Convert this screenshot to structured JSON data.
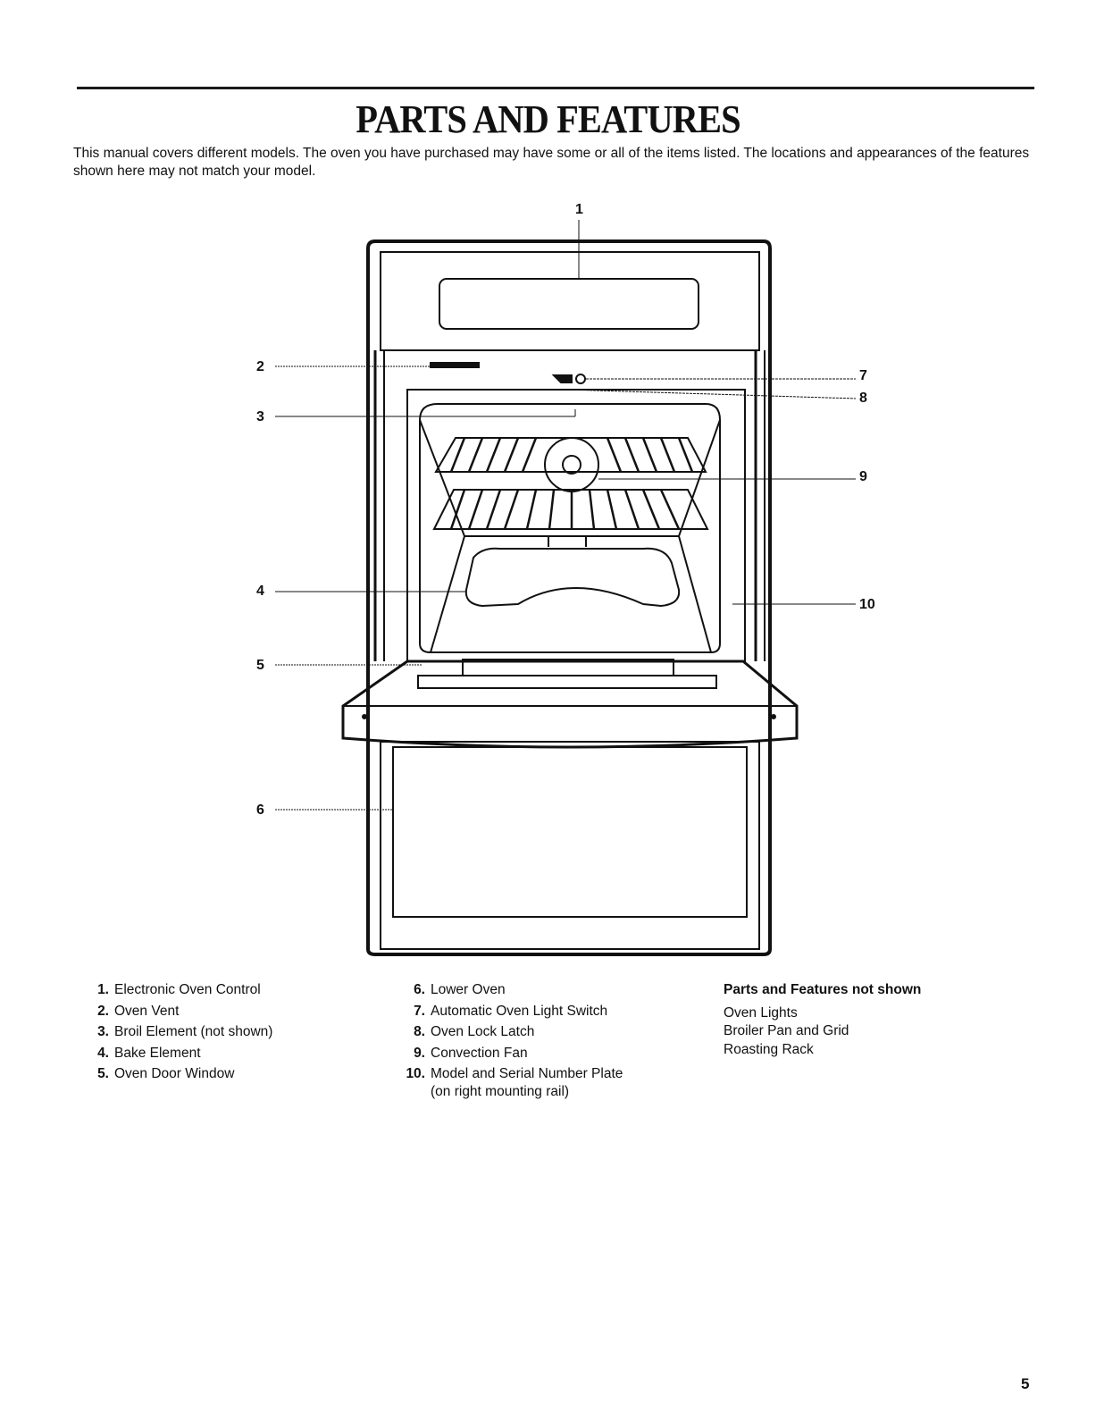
{
  "title": "PARTS AND FEATURES",
  "intro": "This manual covers different models. The oven you have purchased may have some or all of the items listed. The locations and appearances of the features shown here may not match your model.",
  "callouts": [
    "1",
    "2",
    "3",
    "4",
    "5",
    "6",
    "7",
    "8",
    "9",
    "10"
  ],
  "legend_col1": [
    {
      "num": "1.",
      "label": "Electronic Oven Control"
    },
    {
      "num": "2.",
      "label": "Oven Vent"
    },
    {
      "num": "3.",
      "label": "Broil Element (not shown)"
    },
    {
      "num": "4.",
      "label": "Bake Element"
    },
    {
      "num": "5.",
      "label": "Oven Door Window"
    }
  ],
  "legend_col2": [
    {
      "num": "6.",
      "label": "Lower Oven"
    },
    {
      "num": "7.",
      "label": "Automatic Oven Light Switch"
    },
    {
      "num": "8.",
      "label": "Oven Lock Latch"
    },
    {
      "num": "9.",
      "label": "Convection Fan"
    },
    {
      "num": "10.",
      "label": "Model and Serial Number Plate"
    }
  ],
  "legend_col2_note": "(on right mounting rail)",
  "legend_col3": {
    "heading": "Parts and Features not shown",
    "items": [
      "Oven Lights",
      "Broiler Pan and Grid",
      "Roasting Rack"
    ]
  },
  "page_number": "5"
}
